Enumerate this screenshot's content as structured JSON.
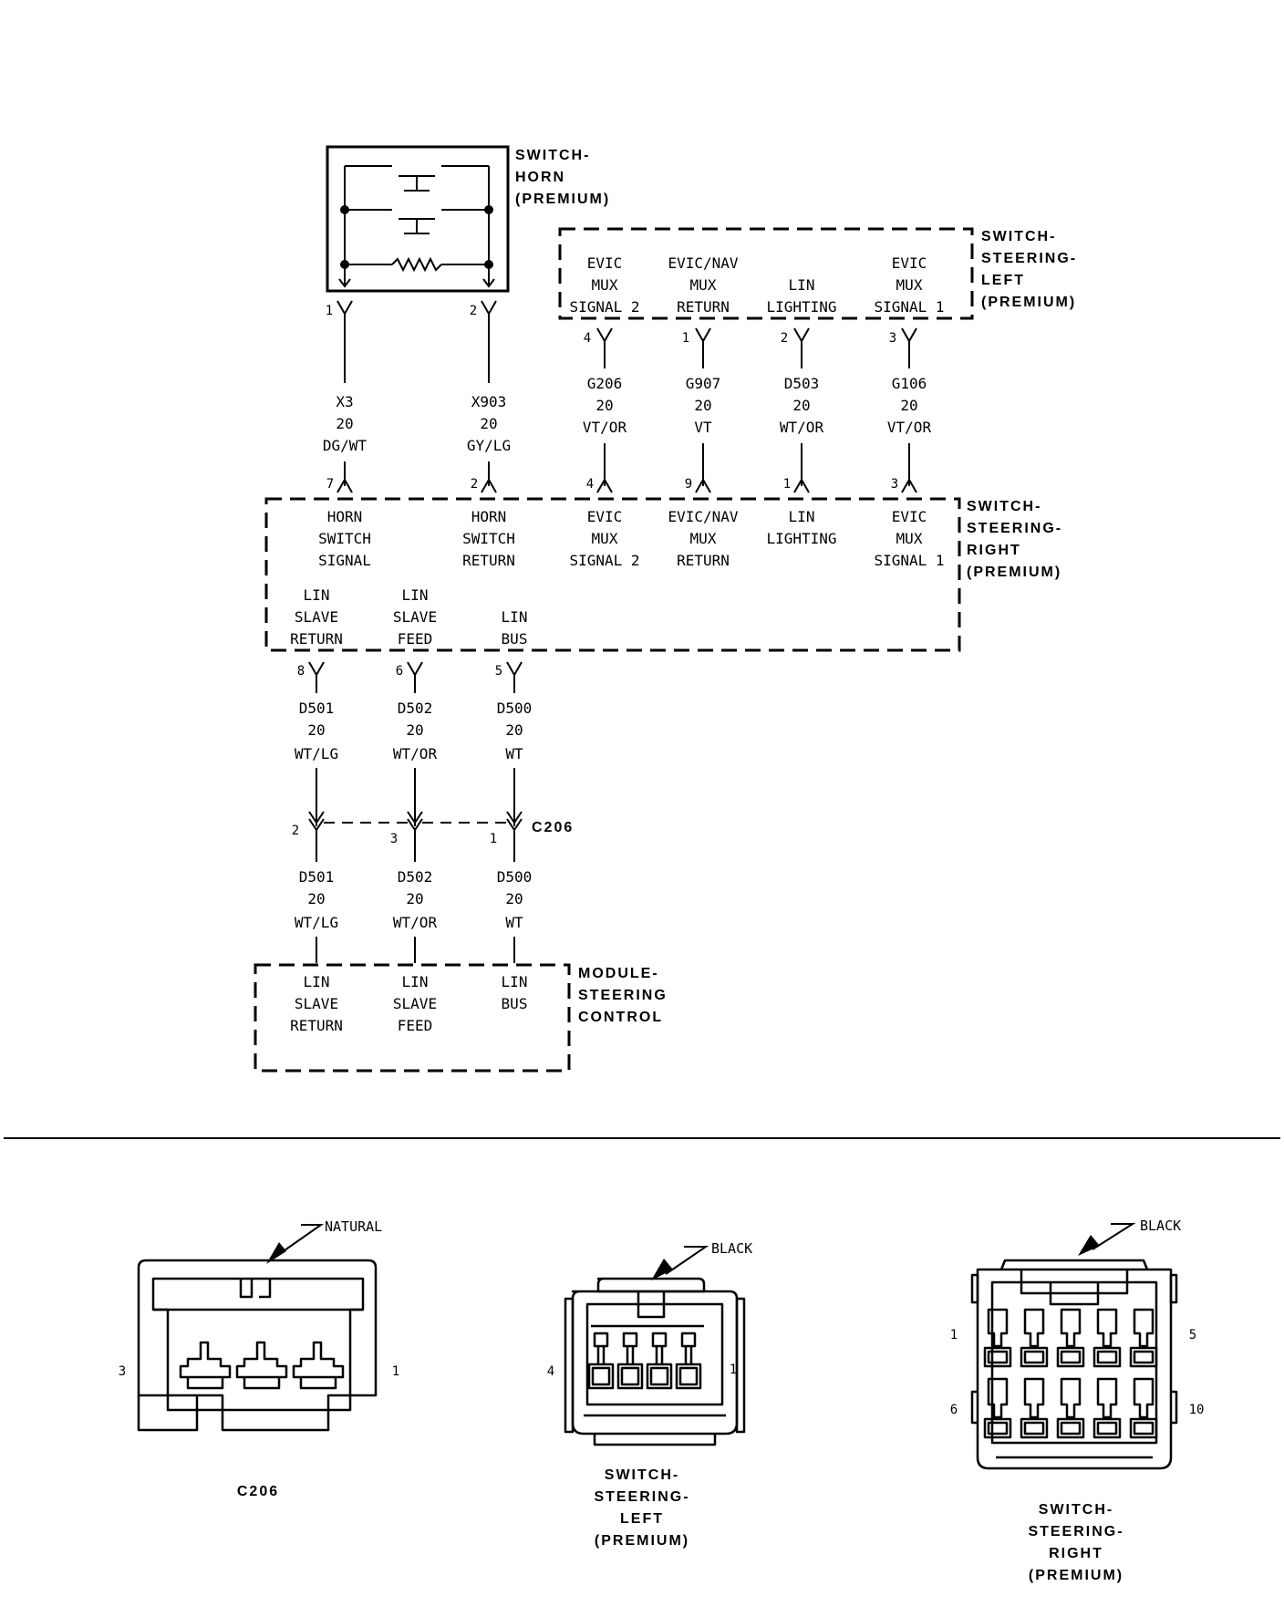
{
  "horn_switch": {
    "title": [
      "SWITCH-",
      "HORN",
      "(PREMIUM)"
    ],
    "pins": [
      "1",
      "2"
    ]
  },
  "left_switch": {
    "title": [
      "SWITCH-",
      "STEERING-",
      "LEFT",
      "(PREMIUM)"
    ],
    "functions": [
      [
        "EVIC",
        "MUX",
        "SIGNAL 2"
      ],
      [
        "EVIC/NAV",
        "MUX",
        "RETURN"
      ],
      [
        "LIN",
        "LIGHTING"
      ],
      [
        "EVIC",
        "MUX",
        "SIGNAL 1"
      ]
    ],
    "pins": [
      "4",
      "1",
      "2",
      "3"
    ]
  },
  "upper_wires": [
    {
      "circuit": "X3",
      "gauge": "20",
      "color": "DG/WT"
    },
    {
      "circuit": "X903",
      "gauge": "20",
      "color": "GY/LG"
    },
    {
      "circuit": "G206",
      "gauge": "20",
      "color": "VT/OR"
    },
    {
      "circuit": "G907",
      "gauge": "20",
      "color": "VT"
    },
    {
      "circuit": "D503",
      "gauge": "20",
      "color": "WT/OR"
    },
    {
      "circuit": "G106",
      "gauge": "20",
      "color": "VT/OR"
    }
  ],
  "right_switch": {
    "title": [
      "SWITCH-",
      "STEERING-",
      "RIGHT",
      "(PREMIUM)"
    ],
    "top_pins": [
      "7",
      "2",
      "4",
      "9",
      "1",
      "3"
    ],
    "top_functions": [
      [
        "HORN",
        "SWITCH",
        "SIGNAL"
      ],
      [
        "HORN",
        "SWITCH",
        "RETURN"
      ],
      [
        "EVIC",
        "MUX",
        "SIGNAL 2"
      ],
      [
        "EVIC/NAV",
        "MUX",
        "RETURN"
      ],
      [
        "LIN",
        "LIGHTING"
      ],
      [
        "EVIC",
        "MUX",
        "SIGNAL 1"
      ]
    ],
    "bottom_functions": [
      [
        "LIN",
        "SLAVE",
        "RETURN"
      ],
      [
        "LIN",
        "SLAVE",
        "FEED"
      ],
      [
        "LIN",
        "BUS"
      ]
    ],
    "bottom_pins": [
      "8",
      "6",
      "5"
    ]
  },
  "mid_wires": [
    {
      "circuit": "D501",
      "gauge": "20",
      "color": "WT/LG"
    },
    {
      "circuit": "D502",
      "gauge": "20",
      "color": "WT/OR"
    },
    {
      "circuit": "D500",
      "gauge": "20",
      "color": "WT"
    }
  ],
  "c206": {
    "name": "C206",
    "pins": [
      "2",
      "3",
      "1"
    ]
  },
  "lower_wires": [
    {
      "circuit": "D501",
      "gauge": "20",
      "color": "WT/LG"
    },
    {
      "circuit": "D502",
      "gauge": "20",
      "color": "WT/OR"
    },
    {
      "circuit": "D500",
      "gauge": "20",
      "color": "WT"
    }
  ],
  "module": {
    "title": [
      "MODULE-",
      "STEERING",
      "CONTROL"
    ],
    "functions": [
      [
        "LIN",
        "SLAVE",
        "RETURN"
      ],
      [
        "LIN",
        "SLAVE",
        "FEED"
      ],
      [
        "LIN",
        "BUS"
      ]
    ]
  },
  "connector_views": [
    {
      "color": "NATURAL",
      "pin_left": "3",
      "pin_right": "1",
      "name": [
        "C206"
      ]
    },
    {
      "color": "BLACK",
      "pin_left": "4",
      "pin_right": "1",
      "name": [
        "SWITCH-",
        "STEERING-",
        "LEFT",
        "(PREMIUM)"
      ]
    },
    {
      "color": "BLACK",
      "pin_top_left": "1",
      "pin_top_right": "5",
      "pin_bottom_left": "6",
      "pin_bottom_right": "10",
      "name": [
        "SWITCH-",
        "STEERING-",
        "RIGHT",
        "(PREMIUM)"
      ]
    }
  ]
}
